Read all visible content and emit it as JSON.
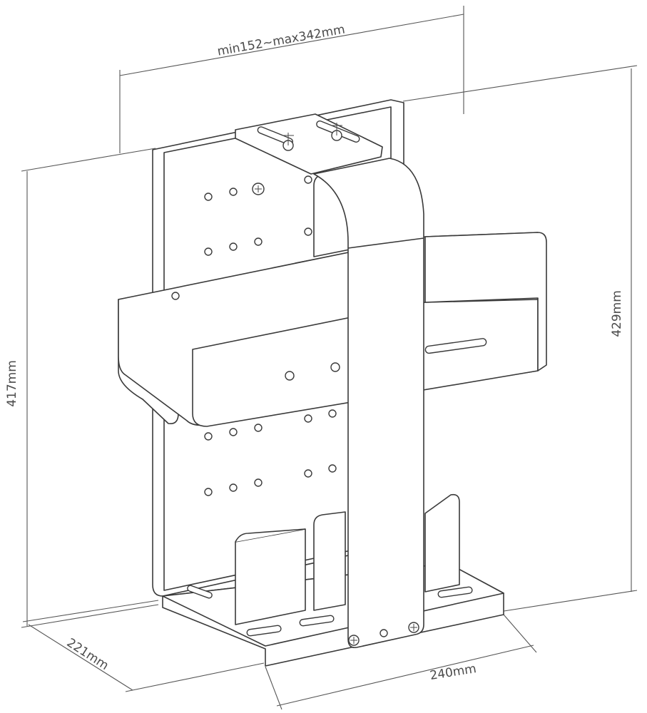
{
  "diagram": {
    "dimensions": {
      "width_range": "min152~max342mm",
      "height_left": "417mm",
      "height_right": "429mm",
      "depth": "221mm",
      "base_width": "240mm"
    },
    "colors": {
      "line": "#3a3a3a",
      "dimension_line": "#555555",
      "text": "#4a4a4a",
      "background": "#ffffff"
    }
  }
}
